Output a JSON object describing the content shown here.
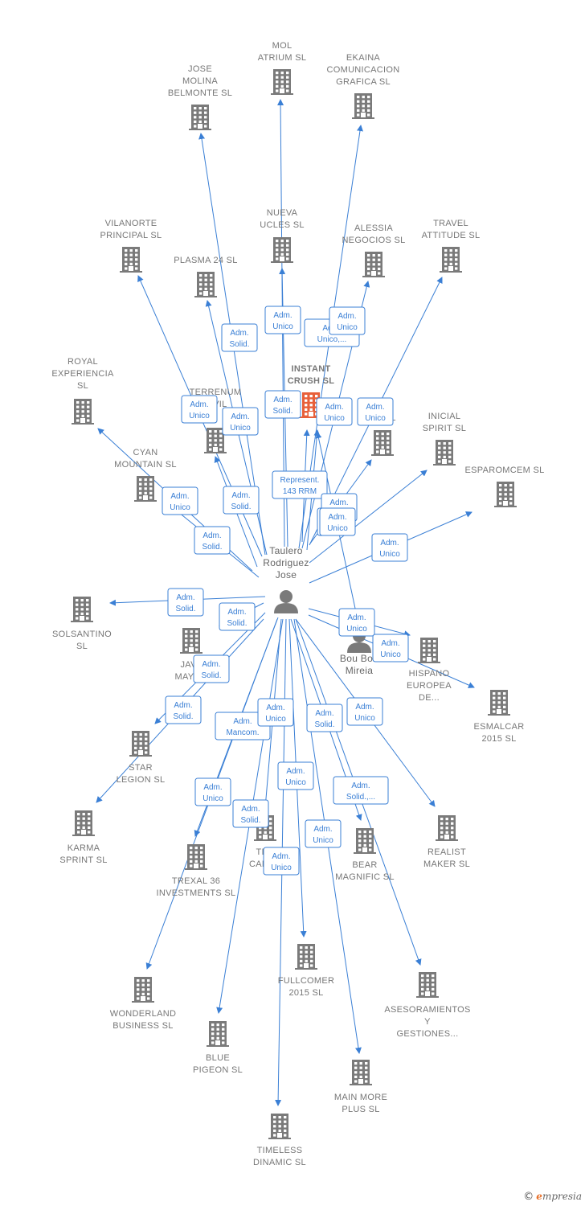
{
  "colors": {
    "edge": "#3a7fd5",
    "building": "#7a7a7a",
    "focus_building": "#e8603a",
    "person": "#7a7a7a",
    "label": "#777777"
  },
  "icons": {
    "company": "building-icon",
    "person": "person-icon"
  },
  "nodes": [
    {
      "id": "instant",
      "lines": [
        "INSTANT",
        "CRUSH  SL"
      ],
      "kind": "company",
      "focus": true
    },
    {
      "id": "jose",
      "lines": [
        "Taulero",
        "Rodriguez",
        "Jose"
      ],
      "kind": "person"
    },
    {
      "id": "mireia",
      "lines": [
        "Bou Boh",
        "Mireia"
      ],
      "kind": "person"
    },
    {
      "id": "mol",
      "lines": [
        "MOL",
        "ATRIUM  SL"
      ],
      "kind": "company"
    },
    {
      "id": "ekaina",
      "lines": [
        "EKAINA",
        "COMUNICACION",
        "GRAFICA  SL"
      ],
      "kind": "company"
    },
    {
      "id": "josemb",
      "lines": [
        "JOSE",
        "MOLINA",
        "BELMONTE  SL"
      ],
      "kind": "company"
    },
    {
      "id": "vilanorte",
      "lines": [
        "VILANORTE",
        "PRINCIPAL  SL"
      ],
      "kind": "company"
    },
    {
      "id": "nueva",
      "lines": [
        "NUEVA",
        "UCLES  SL"
      ],
      "kind": "company"
    },
    {
      "id": "alessia",
      "lines": [
        "ALESSIA",
        "NEGOCIOS  SL"
      ],
      "kind": "company"
    },
    {
      "id": "travel",
      "lines": [
        "TRAVEL",
        "ATTITUDE  SL"
      ],
      "kind": "company"
    },
    {
      "id": "plasma",
      "lines": [
        "PLASMA 24 SL"
      ],
      "kind": "company"
    },
    {
      "id": "royal",
      "lines": [
        "ROYAL",
        "EXPERIENCIA",
        "SL"
      ],
      "kind": "company"
    },
    {
      "id": "terrenum",
      "lines": [
        "TERRENUM",
        "CIVIL"
      ],
      "kind": "company"
    },
    {
      "id": "ood",
      "lines": [
        "O",
        "D        SL"
      ],
      "kind": "company"
    },
    {
      "id": "inicial",
      "lines": [
        "INICIAL",
        "SPIRIT  SL"
      ],
      "kind": "company"
    },
    {
      "id": "cyan",
      "lines": [
        "CYAN",
        "MOUNTAIN  SL"
      ],
      "kind": "company"
    },
    {
      "id": "esparomcem",
      "lines": [
        "ESPAROMCEM SL"
      ],
      "kind": "company"
    },
    {
      "id": "solsantino",
      "lines": [
        "SOLSANTINO",
        "SL"
      ],
      "kind": "company"
    },
    {
      "id": "java",
      "lines": [
        "JAVA",
        "MAYOR"
      ],
      "kind": "company"
    },
    {
      "id": "hispano",
      "lines": [
        "HISPANO",
        "EUROPEA",
        "DE..."
      ],
      "kind": "company"
    },
    {
      "id": "esmalcar",
      "lines": [
        "ESMALCAR",
        "2015  SL"
      ],
      "kind": "company"
    },
    {
      "id": "star",
      "lines": [
        "STAR",
        "LEGION  SL"
      ],
      "kind": "company"
    },
    {
      "id": "karma",
      "lines": [
        "KARMA",
        "SPRINT  SL"
      ],
      "kind": "company"
    },
    {
      "id": "trexal",
      "lines": [
        "TREXAL 36",
        "INVESTMENTS SL"
      ],
      "kind": "company"
    },
    {
      "id": "trecanar",
      "lines": [
        "TRE",
        "CANAR"
      ],
      "kind": "company"
    },
    {
      "id": "bear",
      "lines": [
        "BEAR",
        "MAGNIFIC  SL"
      ],
      "kind": "company"
    },
    {
      "id": "realist",
      "lines": [
        "REALIST",
        "MAKER  SL"
      ],
      "kind": "company"
    },
    {
      "id": "fullcomer",
      "lines": [
        "FULLCOMER",
        "2015  SL"
      ],
      "kind": "company"
    },
    {
      "id": "asesor",
      "lines": [
        "ASESORAMIENTOS",
        "Y",
        "GESTIONES..."
      ],
      "kind": "company"
    },
    {
      "id": "wonderland",
      "lines": [
        "WONDERLAND",
        "BUSINESS  SL"
      ],
      "kind": "company"
    },
    {
      "id": "blue",
      "lines": [
        "BLUE",
        "PIGEON  SL"
      ],
      "kind": "company"
    },
    {
      "id": "mainmore",
      "lines": [
        "MAIN MORE",
        "PLUS  SL"
      ],
      "kind": "company"
    },
    {
      "id": "timeless",
      "lines": [
        "TIMELESS",
        "DINAMIC  SL"
      ],
      "kind": "company"
    }
  ],
  "edges": [
    {
      "from": "jose",
      "to": "josemb",
      "lines": [
        "Adm.",
        "Solid."
      ]
    },
    {
      "from": "jose",
      "to": "mol",
      "lines": [
        "Adm.",
        "Unico"
      ]
    },
    {
      "from": "jose",
      "to": "ekaina",
      "lines": [
        "Adm.",
        "Unico,..."
      ]
    },
    {
      "from": "jose",
      "to": "alessia",
      "lines": [
        "Adm.",
        "Unico"
      ]
    },
    {
      "from": "jose",
      "to": "nueva",
      "lines": [
        "Adm.",
        "Solid."
      ]
    },
    {
      "from": "jose",
      "to": "instant",
      "lines": [
        "Represent.",
        "143 RRM"
      ]
    },
    {
      "from": "jose",
      "to": "vilanorte",
      "lines": [
        "Adm.",
        "Unico"
      ]
    },
    {
      "from": "jose",
      "to": "plasma",
      "lines": [
        "Adm.",
        "Unico"
      ]
    },
    {
      "from": "jose",
      "to": "ood",
      "lines": [
        "Adm.",
        "Unico"
      ]
    },
    {
      "from": "jose",
      "to": "travel",
      "lines": [
        "Adm.",
        "Unico"
      ]
    },
    {
      "from": "jose",
      "to": "terrenum",
      "lines": [
        "Adm.",
        "Solid."
      ]
    },
    {
      "from": "jose",
      "to": "royal",
      "lines": [
        "Adm.",
        "Unico"
      ]
    },
    {
      "from": "jose",
      "to": "cyan",
      "lines": [
        "Adm.",
        "Solid."
      ]
    },
    {
      "from": "jose",
      "to": "inicial",
      "lines": [
        "Adm.",
        "Unico"
      ]
    },
    {
      "from": "jose",
      "to": "instant",
      "lines": [
        "Adm.",
        "Unico"
      ]
    },
    {
      "from": "jose",
      "to": "esparomcem",
      "lines": [
        "Adm.",
        "Unico"
      ]
    },
    {
      "from": "jose",
      "to": "solsantino",
      "lines": [
        "Adm.",
        "Solid."
      ]
    },
    {
      "from": "jose",
      "to": "java",
      "lines": [
        "Adm.",
        "Solid."
      ]
    },
    {
      "from": "jose",
      "to": "hispano",
      "lines": [
        "Adm.",
        "Unico"
      ]
    },
    {
      "from": "jose",
      "to": "esmalcar",
      "lines": [
        "Adm.",
        "Unico"
      ]
    },
    {
      "from": "jose",
      "to": "star",
      "lines": [
        "Adm.",
        "Solid."
      ]
    },
    {
      "from": "jose",
      "to": "karma",
      "lines": [
        "Adm.",
        "Solid."
      ]
    },
    {
      "from": "jose",
      "to": "trexal",
      "lines": [
        "Adm.",
        "Mancom."
      ]
    },
    {
      "from": "jose",
      "to": "trecanar",
      "lines": [
        "Adm.",
        "Unico"
      ]
    },
    {
      "from": "jose",
      "to": "bear",
      "lines": [
        "Adm.",
        "Solid."
      ]
    },
    {
      "from": "jose",
      "to": "realist",
      "lines": [
        "Adm.",
        "Unico"
      ]
    },
    {
      "from": "jose",
      "to": "fullcomer",
      "lines": [
        "Adm.",
        "Unico"
      ]
    },
    {
      "from": "jose",
      "to": "asesor",
      "lines": [
        "Adm.",
        "Solid.,..."
      ]
    },
    {
      "from": "jose",
      "to": "wonderland",
      "lines": [
        "Adm.",
        "Unico"
      ]
    },
    {
      "from": "jose",
      "to": "blue",
      "lines": [
        "Adm.",
        "Solid."
      ]
    },
    {
      "from": "jose",
      "to": "mainmore",
      "lines": [
        "Adm.",
        "Unico"
      ]
    },
    {
      "from": "jose",
      "to": "timeless",
      "lines": [
        "Adm.",
        "Unico"
      ]
    },
    {
      "from": "mireia",
      "to": "instant",
      "lines": [
        "Adm.",
        "Unico"
      ]
    }
  ],
  "footer": {
    "copyright": "©",
    "brand_e": "e",
    "brand_rest": "mpresia"
  }
}
